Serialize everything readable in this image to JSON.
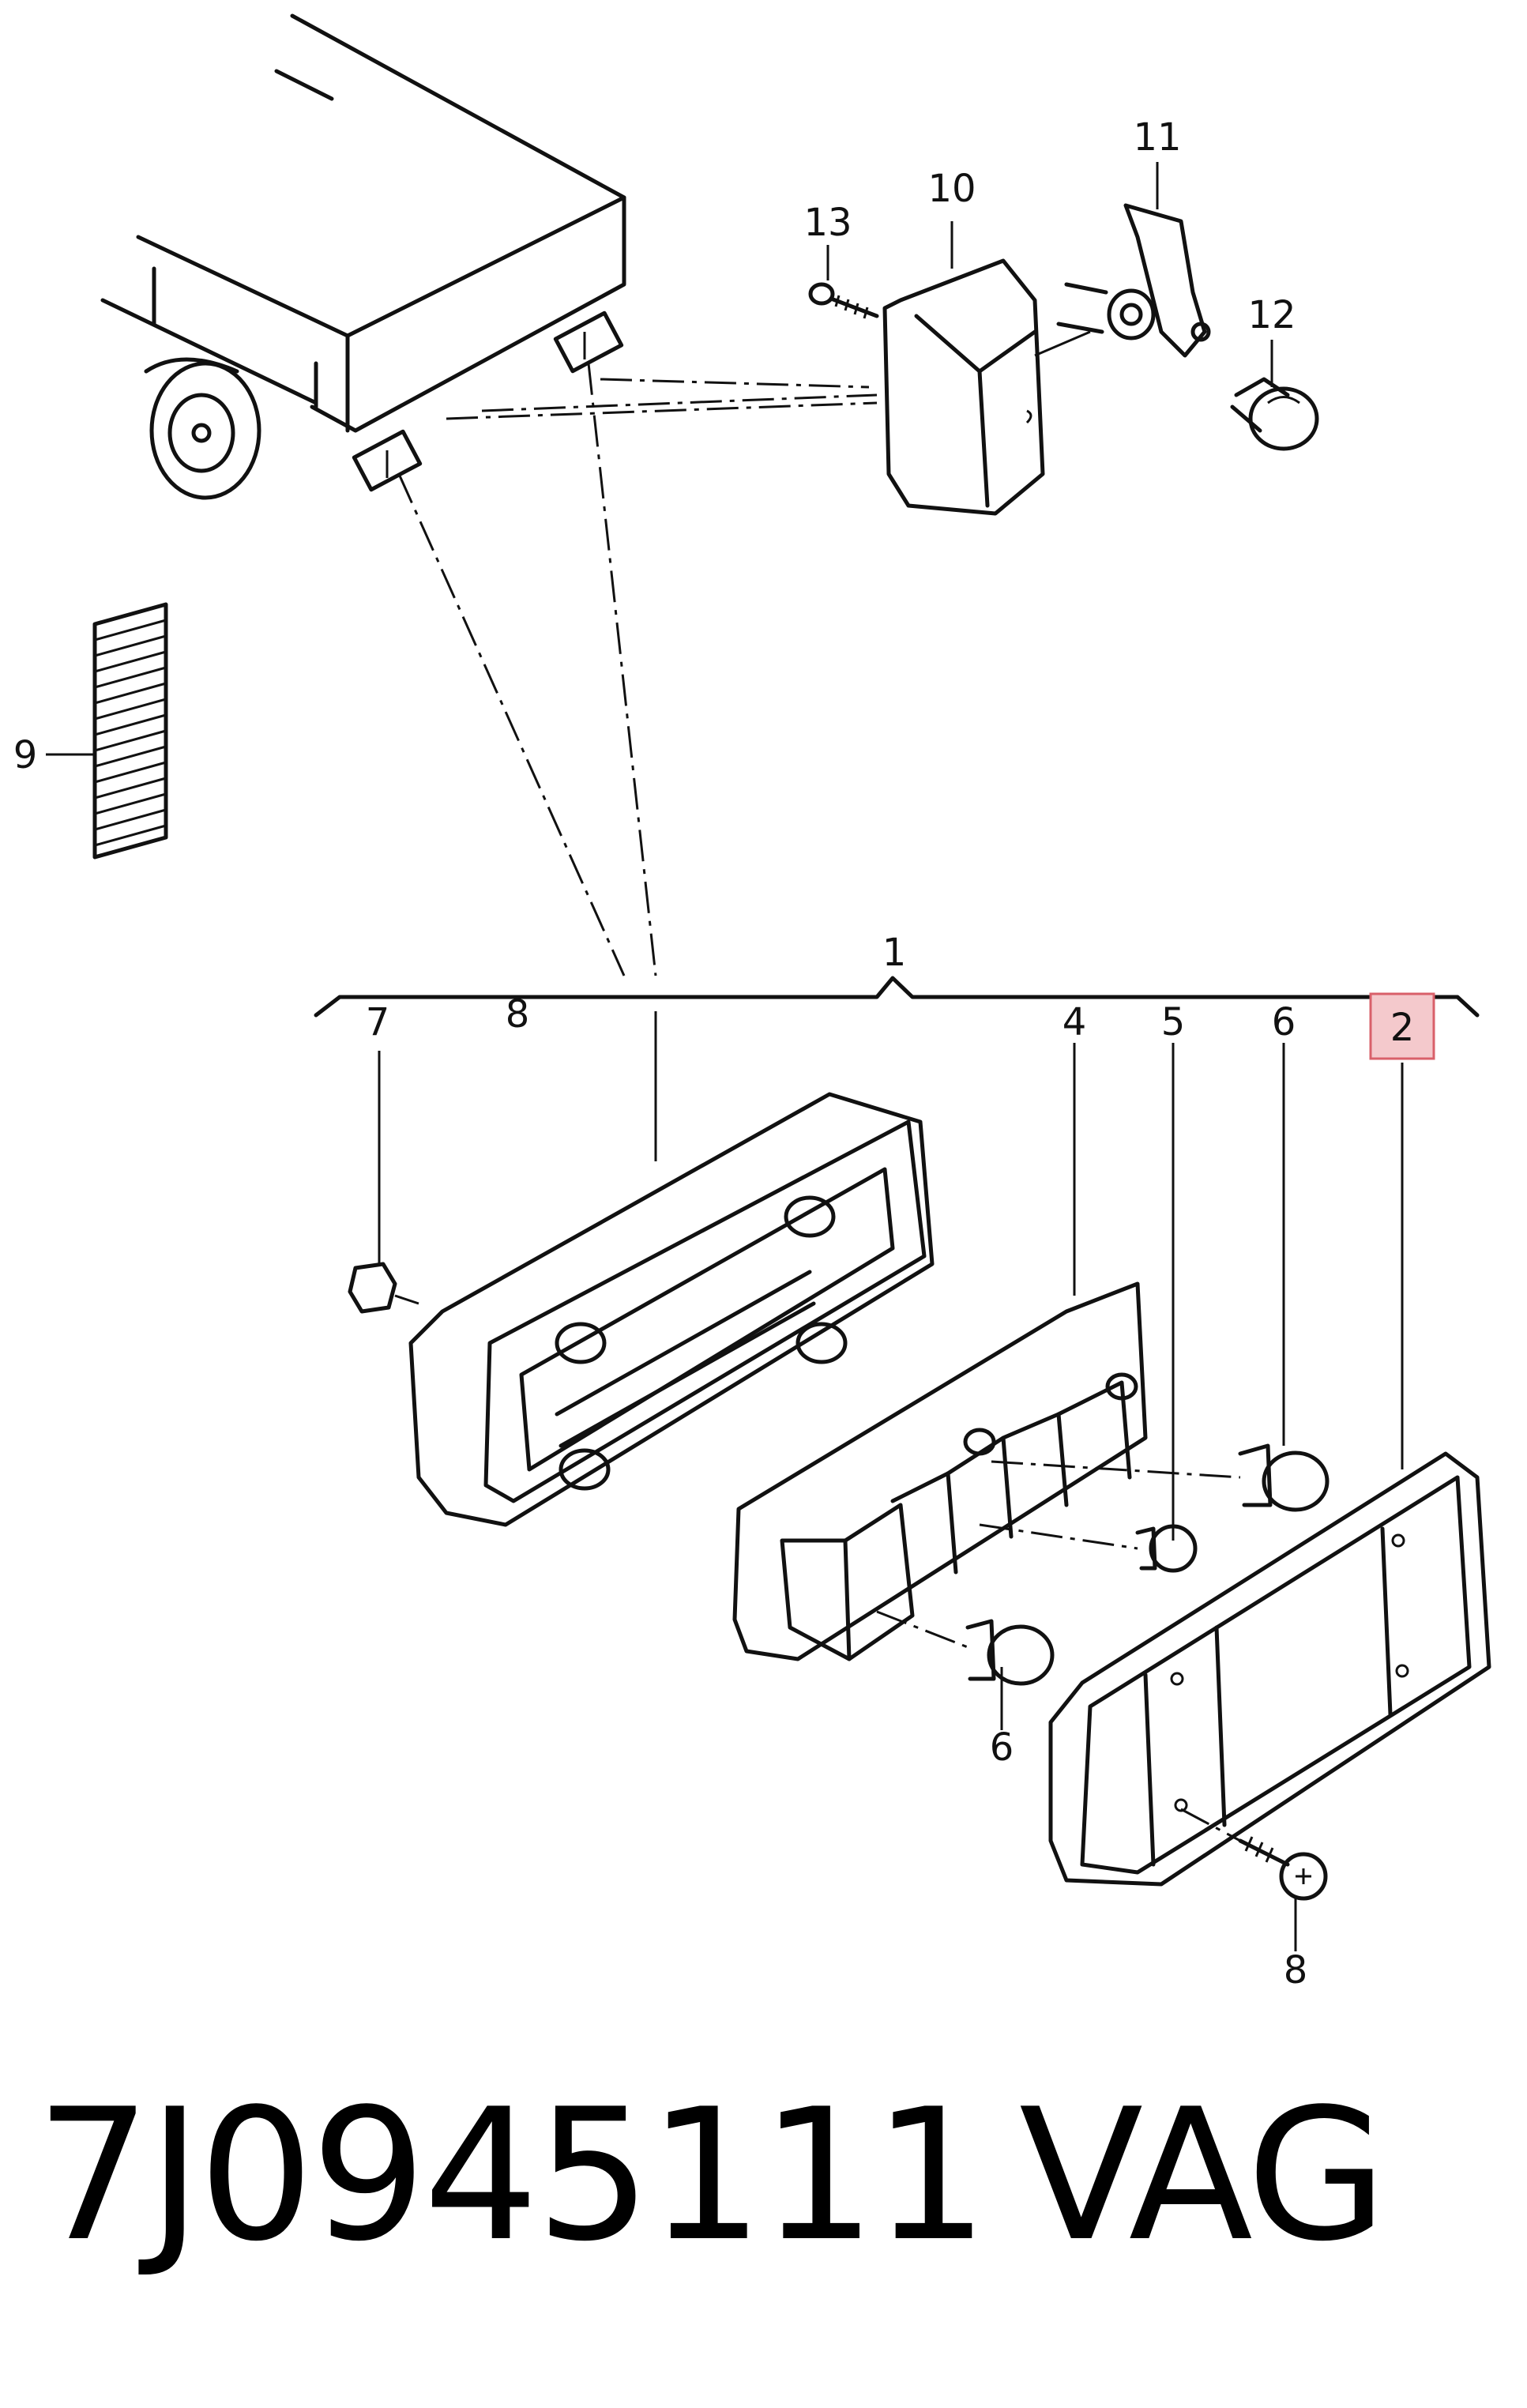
{
  "callouts": {
    "c1": "1",
    "c2": "2",
    "c4": "4",
    "c5": "5",
    "c6a": "6",
    "c6b": "6",
    "c7": "7",
    "c8a": "8",
    "c8b": "8",
    "c9": "9",
    "c10": "10",
    "c11": "11",
    "c12": "12",
    "c13": "13"
  },
  "highlighted_callout": "2",
  "highlight_color": "#f4c9cc",
  "highlight_border": "#d9606a",
  "footer": {
    "part_number": "7J0945111",
    "brand": "VAG"
  }
}
